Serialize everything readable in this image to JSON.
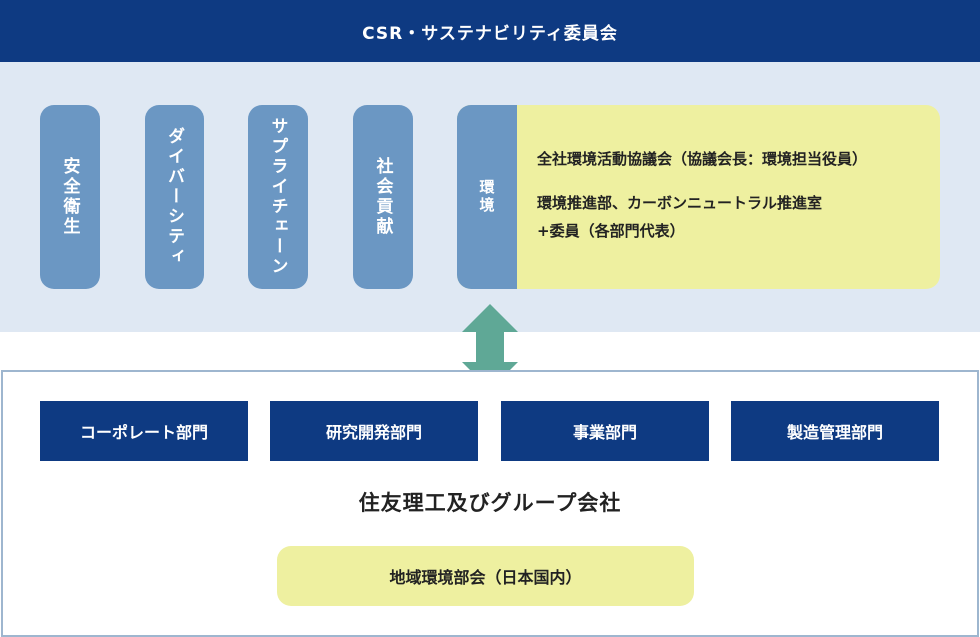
{
  "header": {
    "title": "CSR・サステナビリティ委員会"
  },
  "committees": [
    {
      "label": "安全衛生"
    },
    {
      "label": "ダイバーシティ"
    },
    {
      "label": "サプライチェーン"
    },
    {
      "label": "社会貢献"
    }
  ],
  "environment": {
    "label": "環境",
    "line1": "全社環境活動協議会（協議会長：環境担当役員）",
    "line2": "環境推進部、カーボンニュートラル推進室",
    "line3": "+委員（各部門代表）"
  },
  "arrow": {
    "icon": "double-vertical-arrow-icon",
    "color": "#5fa896"
  },
  "departments": [
    {
      "label": "コーポレート部門"
    },
    {
      "label": "研究開発部門"
    },
    {
      "label": "事業部門"
    },
    {
      "label": "製造管理部門"
    }
  ],
  "company": {
    "name": "住友理工及びグループ会社"
  },
  "regional": {
    "label": "地域環境部会（日本国内）"
  },
  "colors": {
    "navy": "#0e3a82",
    "committee_blue": "#6b97c3",
    "light_bg": "#dfe8f3",
    "yellow": "#eef0a0",
    "arrow_green": "#5fa896"
  }
}
